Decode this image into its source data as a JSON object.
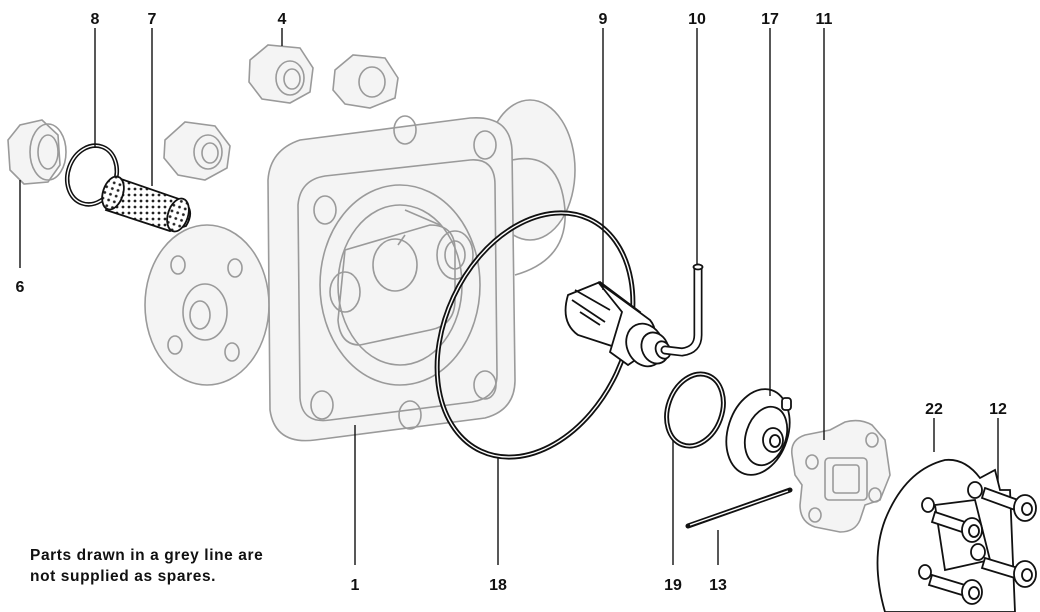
{
  "labels": {
    "p1": "1",
    "p4": "4",
    "p6": "6",
    "p7": "7",
    "p8": "8",
    "p9": "9",
    "p10": "10",
    "p11": "11",
    "p12": "12",
    "p13": "13",
    "p17": "17",
    "p18": "18",
    "p19": "19",
    "p22": "22"
  },
  "note": {
    "line1": "Parts drawn in a grey line are",
    "line2": "not supplied as spares."
  },
  "colors": {
    "grey_parts": "#9a9a9a",
    "spare_parts": "#111111"
  }
}
